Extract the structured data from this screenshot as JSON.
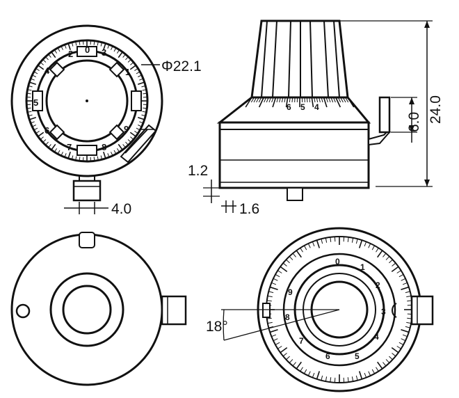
{
  "dimensions": {
    "outer_diameter": "Φ22.1",
    "shaft_width": "4.0",
    "base_step": "1.2",
    "shaft_offset": "1.6",
    "lock_lever_height": "6.0",
    "total_height": "24.0",
    "lock_angle": "18°"
  },
  "dial_numbers": {
    "front_view": [
      "2",
      "3",
      "1",
      "4",
      "5",
      "6",
      "7",
      "8",
      "9",
      "0"
    ],
    "knob_band": [
      "6",
      "5",
      "4"
    ],
    "bottom_view": [
      "0",
      "1",
      "2",
      "3",
      "4",
      "5",
      "6",
      "7",
      "8",
      "9"
    ]
  }
}
